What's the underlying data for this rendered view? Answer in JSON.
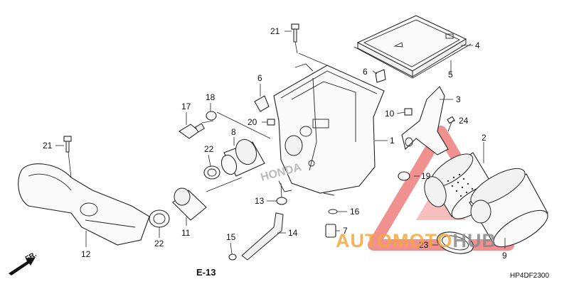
{
  "callouts": [
    "1",
    "2",
    "3",
    "4",
    "5",
    "6",
    "6",
    "7",
    "8",
    "9",
    "10",
    "11",
    "12",
    "13",
    "14",
    "15",
    "16",
    "17",
    "18",
    "19",
    "20",
    "21",
    "21",
    "22",
    "22",
    "23",
    "24"
  ],
  "ref_label": "E-13",
  "direction_label": "FR.",
  "diagram_code": "HP4DF2300",
  "watermark": {
    "part1": "AUTO",
    "part2": "MOTO",
    "part3": "HUB",
    "color_red": "#e53935",
    "color_orange": "#f4a640",
    "color_grey": "#8a8a8a"
  }
}
